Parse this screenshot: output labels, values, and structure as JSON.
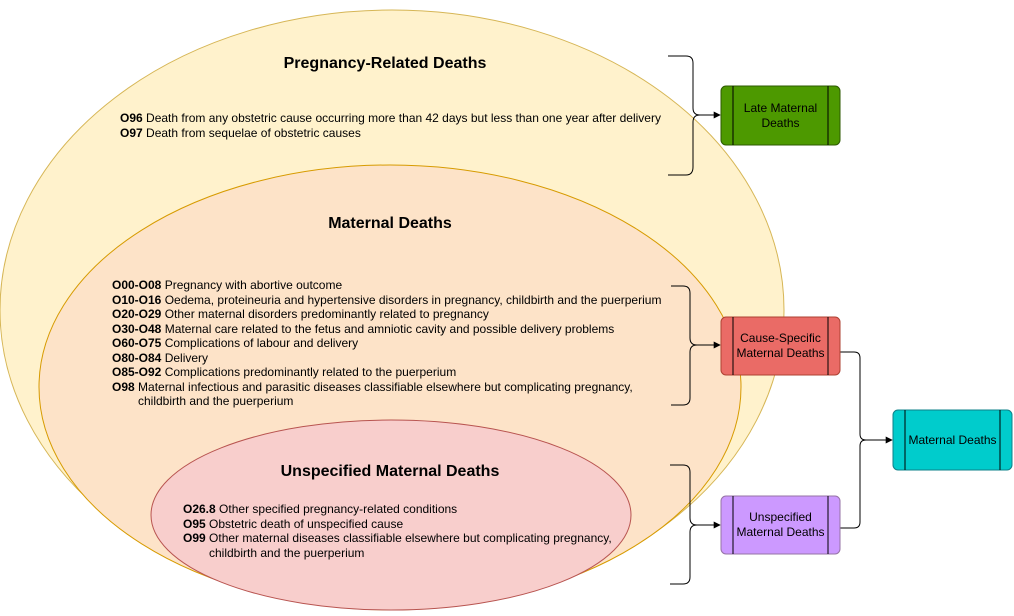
{
  "diagram": {
    "pregnancy_related": {
      "title": "Pregnancy-Related Deaths",
      "items": [
        {
          "code": "O96",
          "text": "Death from any obstetric cause occurring more than 42 days but less than one year after delivery"
        },
        {
          "code": "O97",
          "text": "Death from sequelae of obstetric causes"
        }
      ],
      "fill": "#fff2cc",
      "stroke": "#d6b656"
    },
    "maternal": {
      "title": "Maternal Deaths",
      "items": [
        {
          "code": "O00-O08",
          "text": "Pregnancy with abortive outcome"
        },
        {
          "code": "O10-O16",
          "text": "Oedema, proteineuria and hypertensive disorders in pregnancy, childbirth and the puerperium"
        },
        {
          "code": "O20-O29",
          "text": "Other maternal disorders predominantly related to pregnancy"
        },
        {
          "code": "O30-O48",
          "text": "Maternal care related to the fetus and amniotic cavity and possible delivery problems"
        },
        {
          "code": "O60-O75",
          "text": "Complications of labour and delivery"
        },
        {
          "code": "O80-O84",
          "text": "Delivery"
        },
        {
          "code": "O85-O92",
          "text": "Complications predominantly related to the puerperium"
        },
        {
          "code": "O98",
          "text": "Maternal infectious and parasitic diseases classifiable elsewhere but complicating pregnancy,",
          "continuation": "childbirth and the puerperium"
        }
      ],
      "fill": "#fde3c8",
      "stroke": "#d79b00"
    },
    "unspecified": {
      "title": "Unspecified Maternal Deaths",
      "items": [
        {
          "code": "O26.8",
          "text": "Other specified pregnancy-related conditions"
        },
        {
          "code": "O95",
          "text": "Obstetric death of unspecified cause"
        },
        {
          "code": "O99",
          "text": "Other maternal diseases classifiable elsewhere but complicating pregnancy,",
          "continuation": "childbirth and the puerperium"
        }
      ],
      "fill": "#f8cecc",
      "stroke": "#b85450"
    },
    "boxes": {
      "late_maternal": {
        "label_line1": "Late Maternal",
        "label_line2": "Deaths",
        "fill": "#4d9900",
        "stroke": "#2d5a00"
      },
      "cause_specific": {
        "label_line1": "Cause-Specific",
        "label_line2": "Maternal Deaths",
        "fill": "#ea6b66",
        "stroke": "#ae4132"
      },
      "unspecified_box": {
        "label_line1": "Unspecified",
        "label_line2": "Maternal Deaths",
        "fill": "#cc99ff",
        "stroke": "#9673a6"
      },
      "maternal_deaths": {
        "label_line1": "Maternal Deaths",
        "fill": "#00cccc",
        "stroke": "#0e8088"
      }
    }
  }
}
